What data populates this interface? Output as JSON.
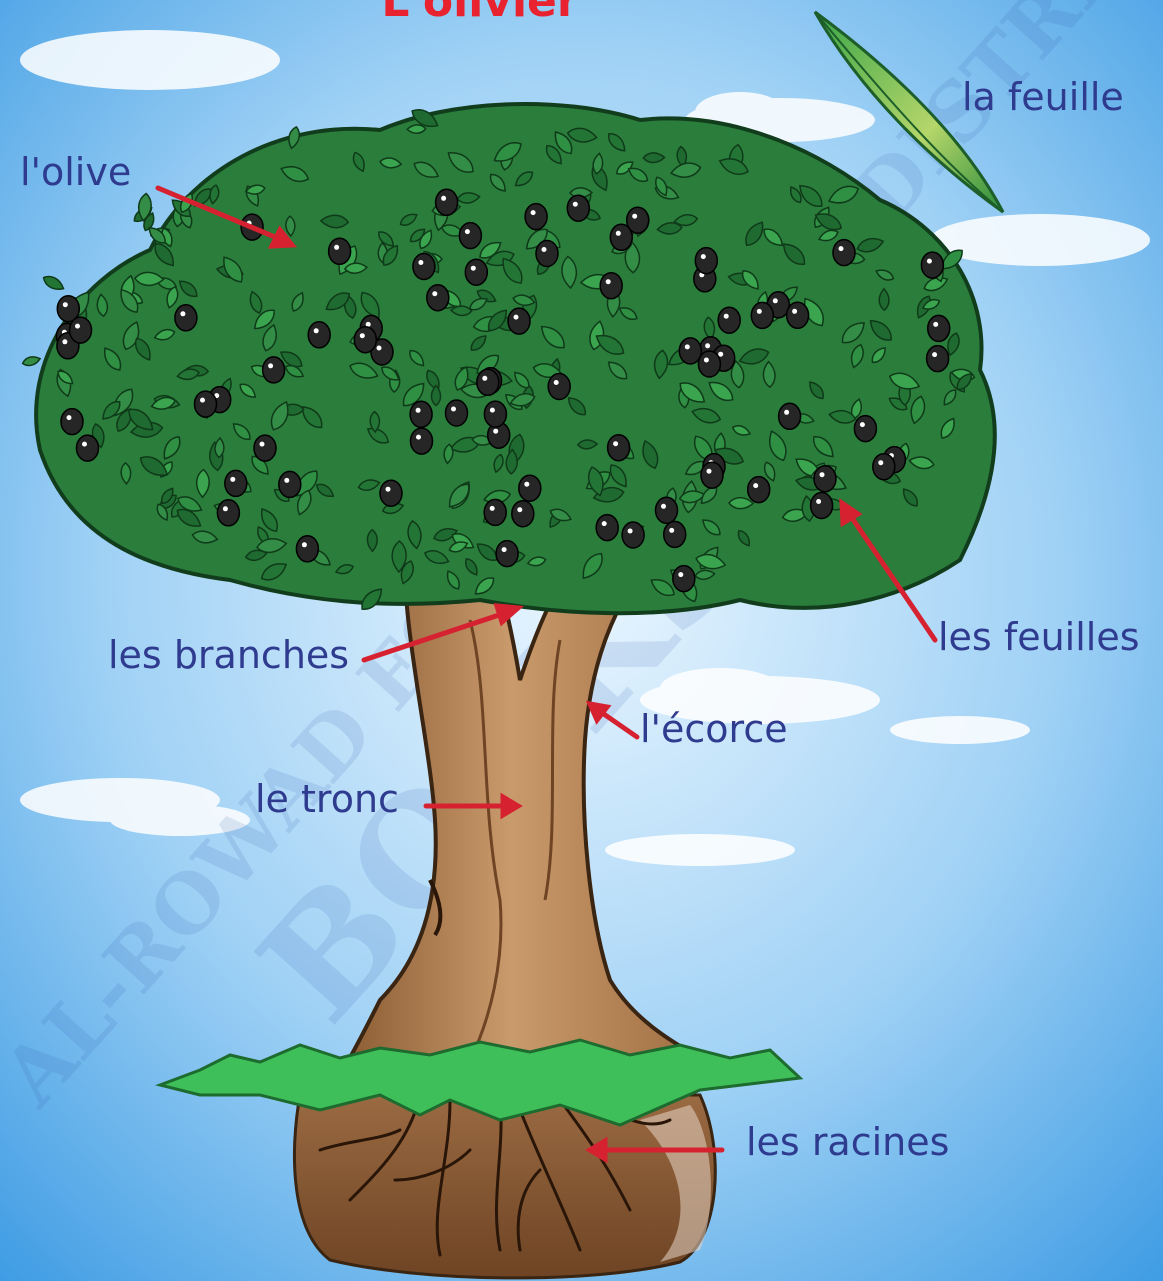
{
  "title": "L'olivier",
  "labels": {
    "olive": "l'olive",
    "feuille": "la feuille",
    "branches": "les branches",
    "feuilles": "les feuilles",
    "ecorce": "l'écorce",
    "tronc": "le tronc",
    "racines": "les racines"
  },
  "watermark": {
    "text_1": "AL-ROWAD FOR",
    "text_2": "BOOKS",
    "text_3": "DISTRIB"
  },
  "colors": {
    "title": "#e8222e",
    "label": "#2e3b8f",
    "arrow": "#d62230",
    "sky": "#5fb1ea",
    "leaf": "#2a7d3b",
    "trunk": "#b07d52",
    "soil": "#8a5a35",
    "grass": "#3fbf5a"
  }
}
